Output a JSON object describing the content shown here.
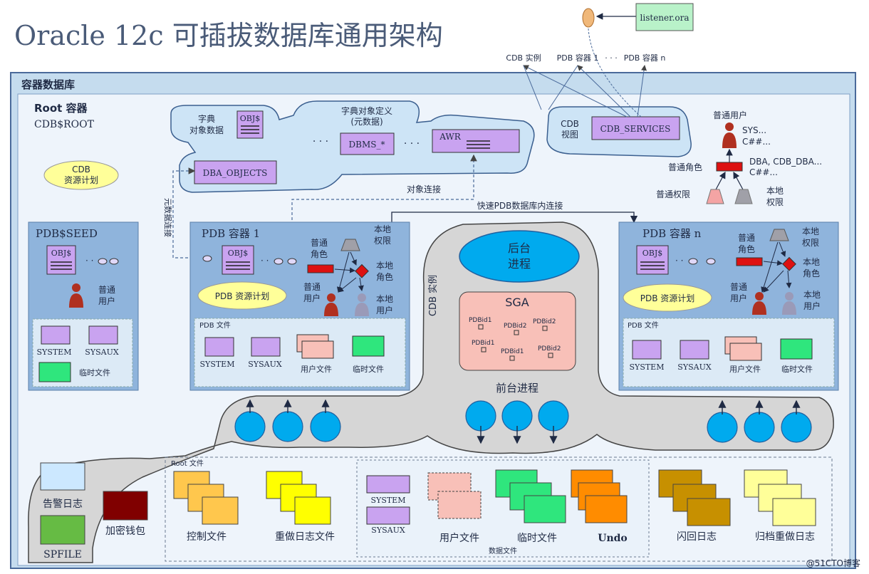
{
  "title": "Oracle 12c 可插拔数据库通用架构",
  "top": {
    "listener": "listener.ora",
    "services": [
      "CDB 实例",
      "PDB 容器 1",
      "· · ·",
      "PDB 容器 n"
    ]
  },
  "cdb": {
    "label": "容器数据库",
    "root_title": "Root 容器",
    "root_name": "CDB$ROOT",
    "resource_plan": "CDB\n资源计划",
    "dict": {
      "dict_data_label": "字典\n对象数据",
      "objs": "OBJ$",
      "ellipsis": "· · ·",
      "metadata_label": "字典对象定义\n(元数据)",
      "dbms": "DBMS_*",
      "awr": "AWR",
      "dba_objects": "DBA_OBJECTS"
    },
    "cdb_view_label": "CDB\n视图",
    "cdb_services": "CDB_SERVICES",
    "object_link": "对象连接",
    "metadata_link": "元数据连接",
    "fast_link": "快速PDB数据库内连接",
    "common_user": "普通用户",
    "sys_list": "SYS...\nC##...",
    "common_role": "普通角色",
    "dba_list": "DBA, CDB_DBA...\nC##...",
    "common_priv": "普通权限",
    "local_priv": "本地\n权限"
  },
  "seed": {
    "title": "PDB$SEED",
    "objs": "OBJ$",
    "user": "普通\n用户",
    "files": [
      "SYSTEM",
      "SYSAUX",
      "临时文件"
    ]
  },
  "pdb1": {
    "title": "PDB 容器 1",
    "objs": "OBJ$",
    "role": "普通\n角色",
    "local_priv": "本地\n权限",
    "local_role": "本地\n角色",
    "common_user": "普通\n用户",
    "local_user": "本地\n用户",
    "plan": "PDB 资源计划",
    "files_label": "PDB 文件",
    "files": [
      "SYSTEM",
      "SYSAUX",
      "用户文件",
      "临时文件"
    ]
  },
  "pdbn": {
    "title": "PDB 容器 n",
    "objs": "OBJ$",
    "role": "普通\n角色",
    "local_priv": "本地\n权限",
    "local_role": "本地\n角色",
    "common_user": "普通\n用户",
    "local_user": "本地\n用户",
    "plan": "PDB 资源计划",
    "files_label": "PDB 文件",
    "files": [
      "SYSTEM",
      "SYSAUX",
      "用户文件",
      "临时文件"
    ]
  },
  "instance": {
    "label": "CDB 实例",
    "bg": "后台\n进程",
    "sga": "SGA",
    "pdbids": [
      "PDBid1",
      "PDBid2",
      "PDBid2",
      "PDBid1",
      "PDBid1",
      "PDBid2"
    ],
    "fg": "前台进程"
  },
  "root_files": {
    "label": "Root 文件",
    "control": "控制文件",
    "redo": "重做日志文件",
    "datafiles_label": "数据文件",
    "system": "SYSTEM",
    "sysaux": "SYSAUX",
    "user": "用户文件",
    "temp": "临时文件",
    "undo": "Undo",
    "flashback": "闪回日志",
    "archive": "归档重做日志"
  },
  "misc": {
    "alert": "告警日志",
    "wallet": "加密钱包",
    "spfile": "SPFILE"
  },
  "watermark": "@51CTO博客",
  "colors": {
    "outer": "#c5dcee",
    "inner": "#eef4fb",
    "pdb": "#8fb4dc",
    "purple": "#c9a3f0",
    "green": "#2fe67d",
    "orange_ctl": "#ffc74d",
    "yellow": "#ffff00",
    "orange": "#ff8c00",
    "flash": "#c79000",
    "archive": "#ffff99",
    "blue": "#00aaee"
  }
}
